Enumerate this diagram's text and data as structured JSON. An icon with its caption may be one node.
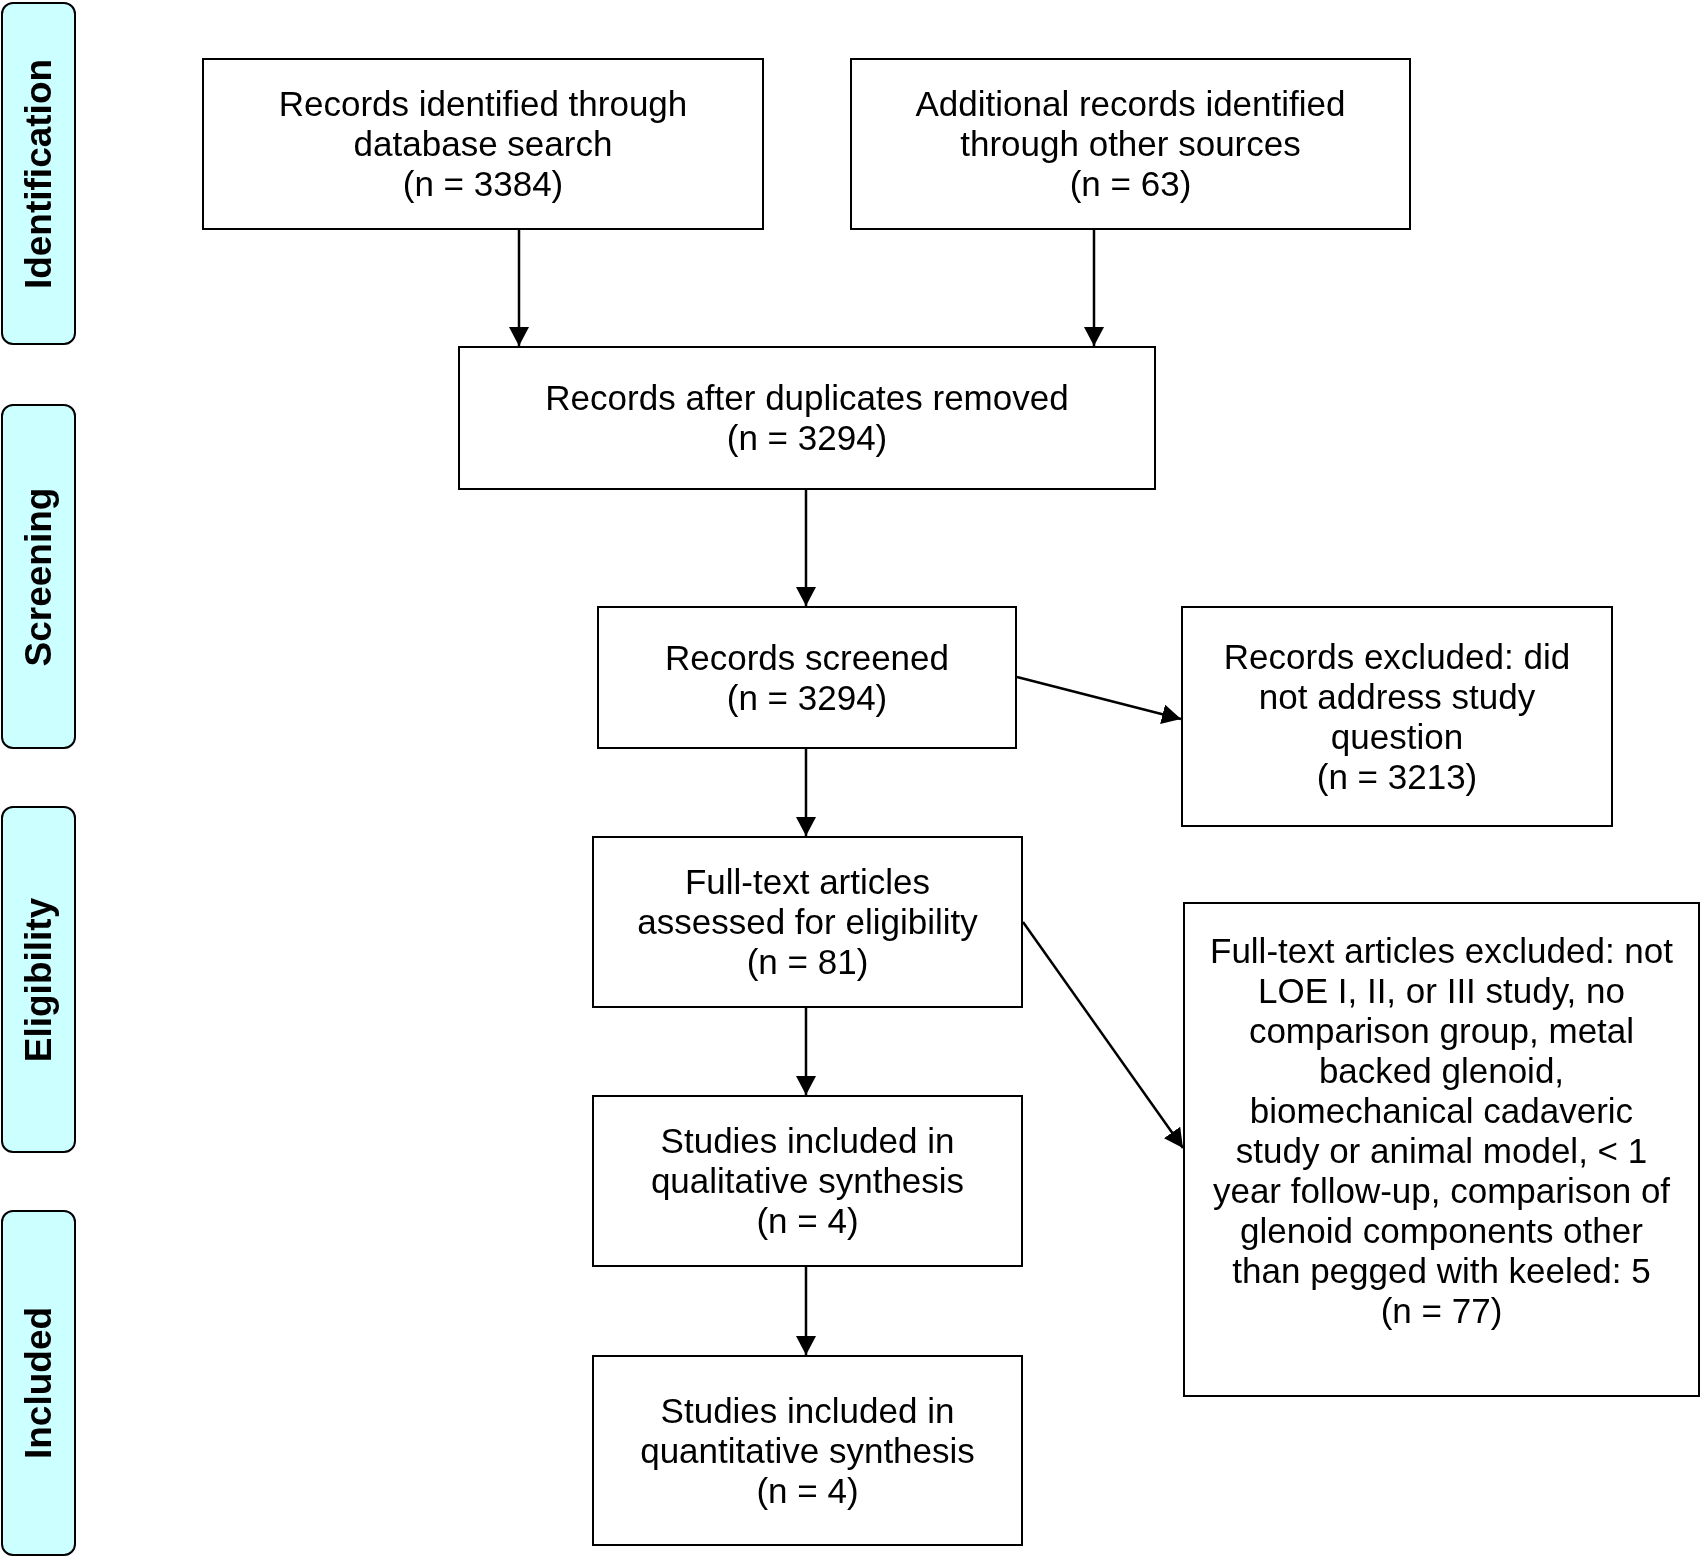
{
  "diagram": {
    "nodes": [
      {
        "text": [
          "Identification"
        ]
      },
      {
        "text": [
          "Screening"
        ]
      },
      {
        "text": [
          "Eligibility"
        ]
      },
      {
        "text": [
          "Included"
        ]
      },
      {
        "text": [
          "Records identified through database search",
          "(n = 3384)"
        ]
      },
      {
        "text": [
          "Additional records identified through other sources",
          "(n = 63)"
        ]
      },
      {
        "text": [
          "Records after duplicates removed",
          "(n = 3294)"
        ]
      },
      {
        "text": [
          "Records screened",
          "(n = 3294)"
        ]
      },
      {
        "text": [
          "Records excluded: did not address study question",
          "(n = 3213)"
        ]
      },
      {
        "text": [
          "Full-text articles assessed for eligibility",
          "(n = 81)"
        ]
      },
      {
        "text": [
          "Full-text articles excluded: not LOE I, II, or III study, no comparison group, metal backed glenoid, biomechanical cadaveric study or animal model, < 1 year follow-up, comparison of glenoid components other than pegged with keeled: 5",
          "(n = 77)"
        ]
      },
      {
        "text": [
          "Studies included in qualitative synthesis",
          "(n = 4)"
        ]
      },
      {
        "text": [
          "Studies included in quantitative synthesis",
          "(n = 4)"
        ]
      }
    ],
    "edges": [
      {
        "from": 4,
        "to": 6,
        "arrow": "to"
      },
      {
        "from": 5,
        "to": 6,
        "arrow": "to"
      },
      {
        "from": 6,
        "to": 7,
        "arrow": "to"
      },
      {
        "from": 7,
        "to": 8,
        "arrow": "to"
      },
      {
        "from": 7,
        "to": 9,
        "arrow": "to"
      },
      {
        "from": 9,
        "to": 10,
        "arrow": "to"
      },
      {
        "from": 9,
        "to": 11,
        "arrow": "to"
      },
      {
        "from": 11,
        "to": 12,
        "arrow": "to"
      }
    ]
  }
}
